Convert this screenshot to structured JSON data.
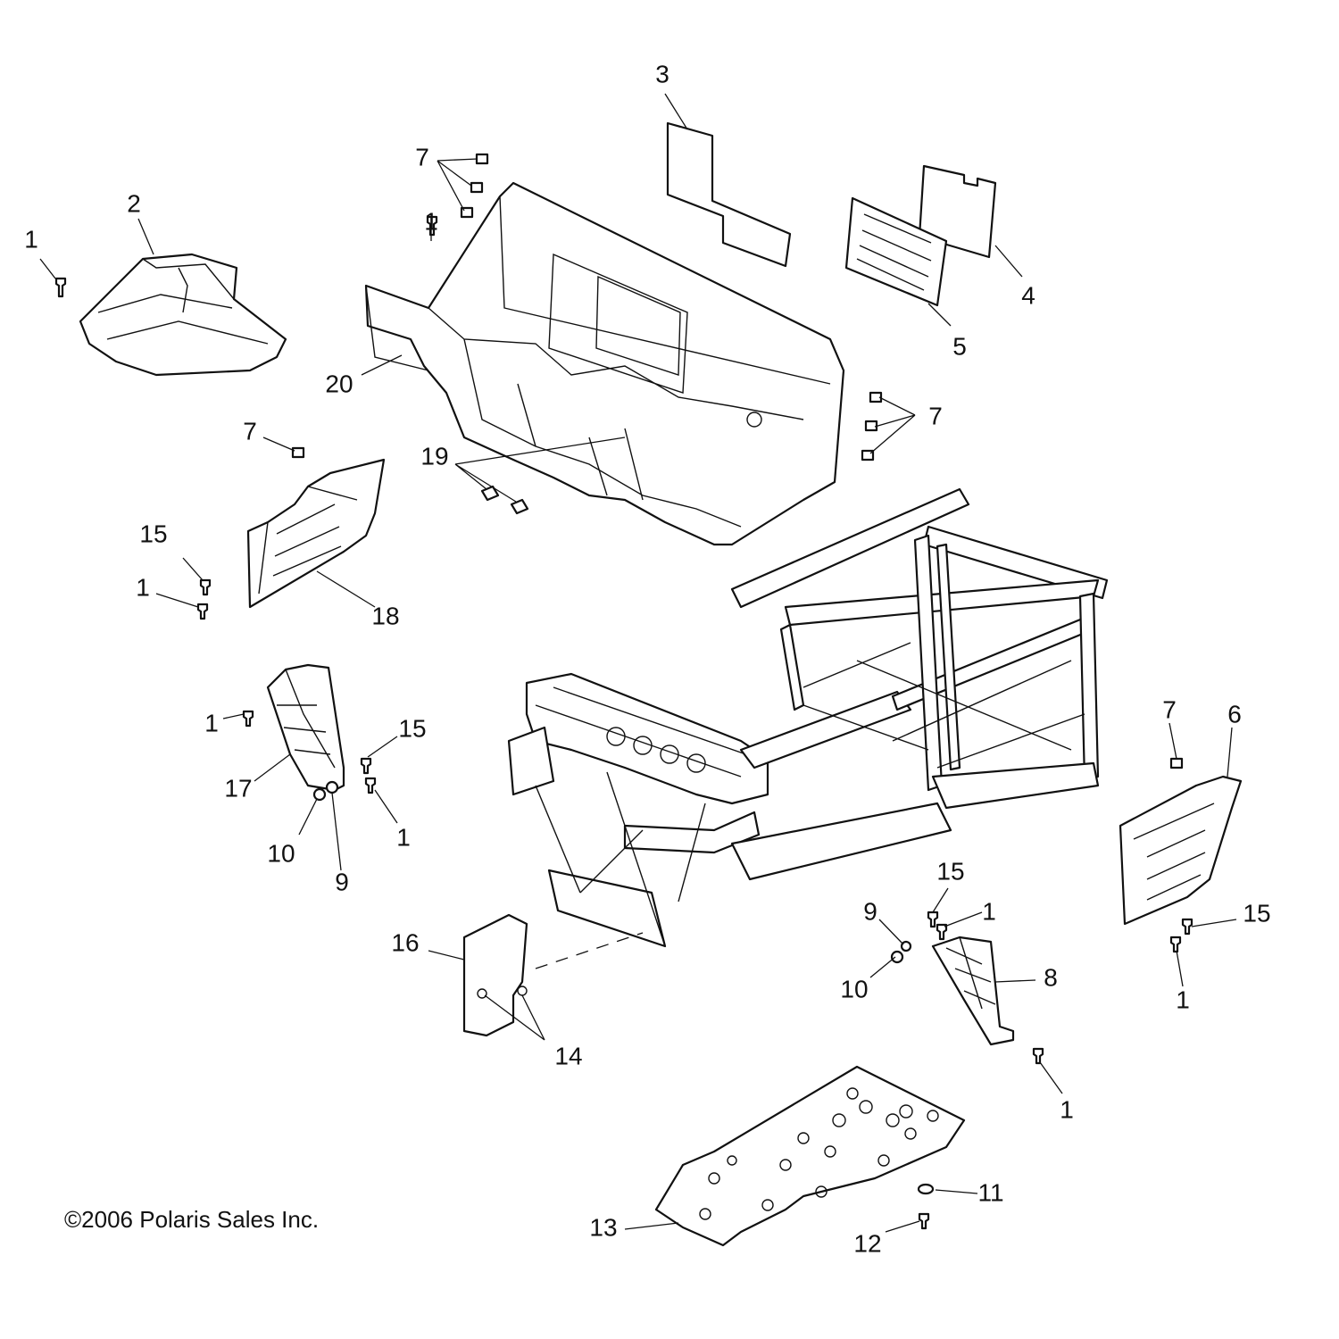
{
  "copyright": "©2006 Polaris Sales Inc.",
  "callouts": [
    {
      "id": "c1a",
      "text": "1"
    },
    {
      "id": "c2",
      "text": "2"
    },
    {
      "id": "c3",
      "text": "3"
    },
    {
      "id": "c7a",
      "text": "7"
    },
    {
      "id": "c1b",
      "text": "1"
    },
    {
      "id": "c4",
      "text": "4"
    },
    {
      "id": "c5",
      "text": "5"
    },
    {
      "id": "c20",
      "text": "20"
    },
    {
      "id": "c7b",
      "text": "7"
    },
    {
      "id": "c7c",
      "text": "7"
    },
    {
      "id": "c19",
      "text": "19"
    },
    {
      "id": "c15a",
      "text": "15"
    },
    {
      "id": "c1c",
      "text": "1"
    },
    {
      "id": "c18",
      "text": "18"
    },
    {
      "id": "c1d",
      "text": "1"
    },
    {
      "id": "c15b",
      "text": "15"
    },
    {
      "id": "c17",
      "text": "17"
    },
    {
      "id": "c1e",
      "text": "1"
    },
    {
      "id": "c10a",
      "text": "10"
    },
    {
      "id": "c9a",
      "text": "9"
    },
    {
      "id": "c7d",
      "text": "7"
    },
    {
      "id": "c6",
      "text": "6"
    },
    {
      "id": "c15c",
      "text": "15"
    },
    {
      "id": "c9b",
      "text": "9"
    },
    {
      "id": "c1f",
      "text": "1"
    },
    {
      "id": "c15d",
      "text": "15"
    },
    {
      "id": "c16",
      "text": "16"
    },
    {
      "id": "c10b",
      "text": "10"
    },
    {
      "id": "c8",
      "text": "8"
    },
    {
      "id": "c1g",
      "text": "1"
    },
    {
      "id": "c14",
      "text": "14"
    },
    {
      "id": "c1h",
      "text": "1"
    },
    {
      "id": "c11",
      "text": "11"
    },
    {
      "id": "c13",
      "text": "13"
    },
    {
      "id": "c12",
      "text": "12"
    }
  ]
}
